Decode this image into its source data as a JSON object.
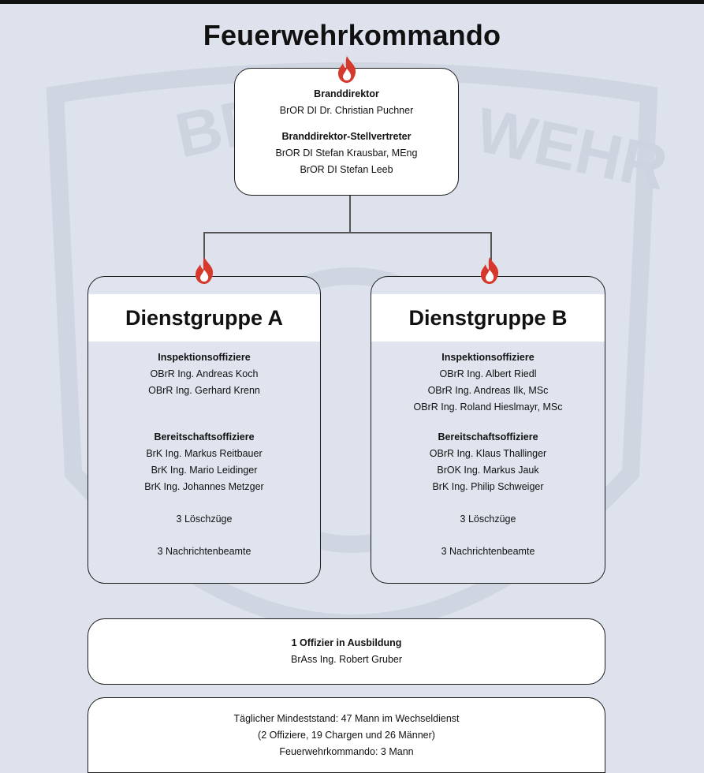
{
  "title": "Feuerwehrkommando",
  "watermark": {
    "text_left": "BERU",
    "text_right": "WEHR"
  },
  "colors": {
    "flame": "#d6382c",
    "background": "#dde2ec",
    "border": "#1d1d1d"
  },
  "top": {
    "role1": "Branddirektor",
    "person1": "BrOR DI Dr. Christian Puchner",
    "role2": "Branddirektor-Stellvertreter",
    "deputies": [
      "BrOR DI Stefan Krausbar, MEng",
      "BrOR DI Stefan Leeb"
    ]
  },
  "groupA": {
    "name": "Dienstgruppe A",
    "insp_title": "Inspektionsoffiziere",
    "insp": [
      "OBrR Ing. Andreas Koch",
      "OBrR Ing. Gerhard Krenn"
    ],
    "bereit_title": "Bereitschaftsoffiziere",
    "bereit": [
      "BrK Ing. Markus Reitbauer",
      "BrK Ing. Mario Leidinger",
      "BrK Ing. Johannes Metzger"
    ],
    "loesch": "3 Löschzüge",
    "nachricht": "3 Nachrichtenbeamte"
  },
  "groupB": {
    "name": "Dienstgruppe B",
    "insp_title": "Inspektionsoffiziere",
    "insp": [
      "OBrR Ing. Albert Riedl",
      "OBrR Ing. Andreas Ilk, MSc",
      "OBrR Ing. Roland Hieslmayr, MSc"
    ],
    "bereit_title": "Bereitschaftsoffiziere",
    "bereit": [
      "OBrR Ing. Klaus Thallinger",
      "BrOK Ing. Markus Jauk",
      "BrK Ing. Philip Schweiger"
    ],
    "loesch": "3 Löschzüge",
    "nachricht": "3 Nachrichtenbeamte"
  },
  "training": {
    "title": "1 Offizier in Ausbildung",
    "person": "BrAss Ing. Robert Gruber"
  },
  "footer": {
    "line1": "Täglicher Mindeststand: 47 Mann im Wechseldienst",
    "line2": "(2 Offiziere, 19 Chargen und 26 Männer)",
    "line3": "Feuerwehrkommando: 3 Mann"
  }
}
